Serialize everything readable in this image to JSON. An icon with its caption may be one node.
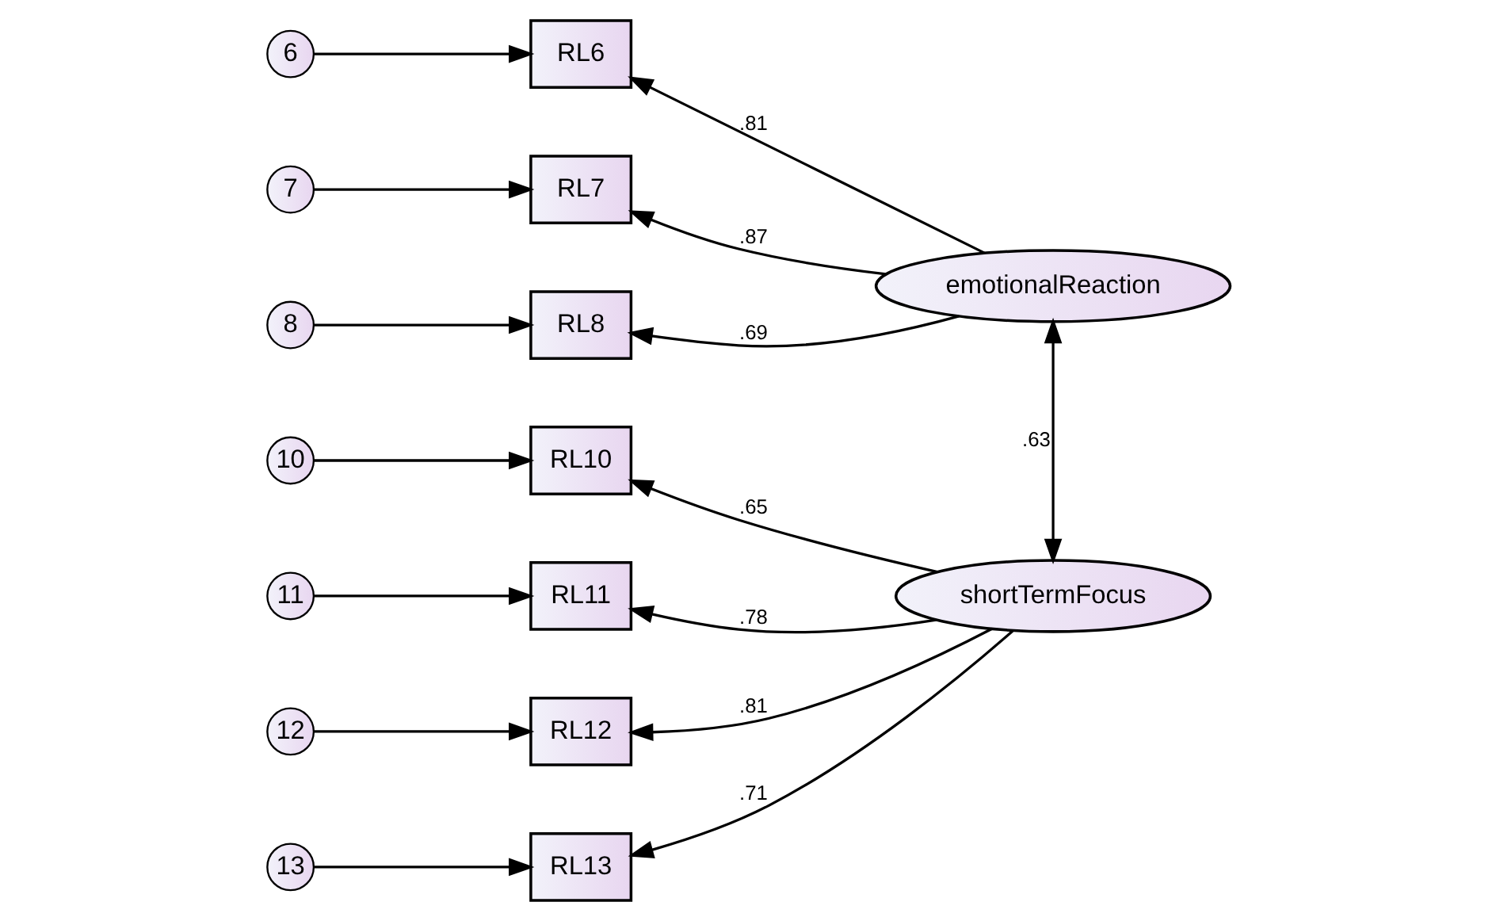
{
  "diagram": {
    "nodes": [
      {
        "text": [
          "6"
        ]
      },
      {
        "text": [
          "RL6"
        ]
      },
      {
        "text": [
          "7"
        ]
      },
      {
        "text": [
          "RL7"
        ]
      },
      {
        "text": [
          "8"
        ]
      },
      {
        "text": [
          "RL8"
        ]
      },
      {
        "text": [
          "emotionalReaction"
        ]
      },
      {
        "text": [
          "10"
        ]
      },
      {
        "text": [
          "RL10"
        ]
      },
      {
        "text": [
          "11"
        ]
      },
      {
        "text": [
          "RL11"
        ]
      },
      {
        "text": [
          "12"
        ]
      },
      {
        "text": [
          "RL12"
        ]
      },
      {
        "text": [
          "13"
        ]
      },
      {
        "text": [
          "RL13"
        ]
      },
      {
        "text": [
          "shortTermFocus"
        ]
      }
    ],
    "edges": [
      {
        "from": 0,
        "to": 1,
        "arrow": "to"
      },
      {
        "from": 2,
        "to": 3,
        "arrow": "to"
      },
      {
        "from": 4,
        "to": 5,
        "arrow": "to"
      },
      {
        "from": 6,
        "to": 1,
        "arrow": "to",
        "label": ".81"
      },
      {
        "from": 6,
        "to": 3,
        "arrow": "to",
        "label": ".87"
      },
      {
        "from": 6,
        "to": 5,
        "arrow": "to",
        "label": ".69"
      },
      {
        "from": 7,
        "to": 8,
        "arrow": "to"
      },
      {
        "from": 9,
        "to": 10,
        "arrow": "to"
      },
      {
        "from": 11,
        "to": 12,
        "arrow": "to"
      },
      {
        "from": 13,
        "to": 14,
        "arrow": "to"
      },
      {
        "from": 15,
        "to": 8,
        "arrow": "to",
        "label": ".65"
      },
      {
        "from": 15,
        "to": 10,
        "arrow": "to",
        "label": ".78"
      },
      {
        "from": 15,
        "to": 12,
        "arrow": "to",
        "label": ".81"
      },
      {
        "from": 15,
        "to": 14,
        "arrow": "to",
        "label": ".71"
      },
      {
        "from": 6,
        "to": 15,
        "arrow": "both",
        "label": ".63"
      }
    ]
  }
}
